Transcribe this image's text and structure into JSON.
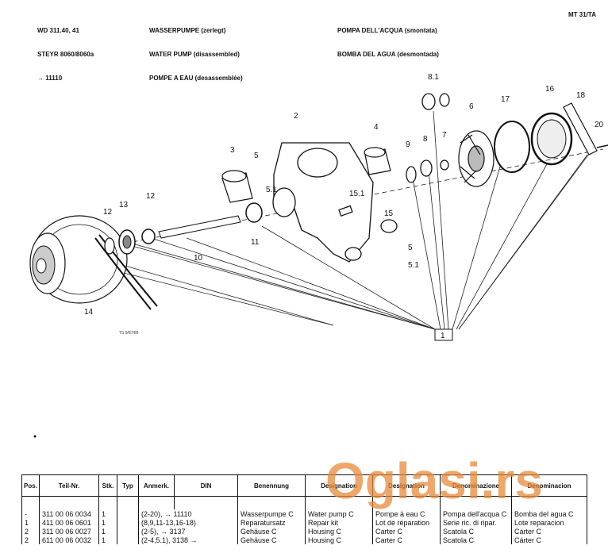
{
  "header": {
    "left": [
      "WD 311.40, 41",
      "STEYR 8060/8060a",
      "→ 11110"
    ],
    "german_en_fr": [
      "WASSERPUMPE (zerlegt)",
      "WATER PUMP (disassembled)",
      "POMPE A EAU (desassemblée)"
    ],
    "it_es": [
      "POMPA DELL'ACQUA (smontata)",
      "BOMBA DEL AGUA (desmontada)"
    ],
    "ref": "MT 31/TA"
  },
  "callouts": [
    "1",
    "2",
    "3",
    "4",
    "5",
    "5.1",
    "5",
    "5.1",
    "6",
    "7",
    "8",
    "8.1",
    "9",
    "10",
    "11",
    "12",
    "12",
    "13",
    "14",
    "15",
    "15.1",
    "16",
    "17",
    "18",
    "20"
  ],
  "stamp": "TS 9/87/89",
  "table": {
    "headers": [
      "Pos.",
      "Teil-Nr.",
      "Stk.",
      "Typ",
      "Anmerk.",
      "DIN",
      "Benennung",
      "Designation",
      "Designation",
      "Denominazione",
      "Denominacion"
    ],
    "rows": [
      [
        "-",
        "311 00 06 0034",
        "1",
        "",
        "(2-20), → 11110",
        "",
        "Wasserpumpe C",
        "Water pump C",
        "Pompe à eau C",
        "Pompa dell'acqua C",
        "Bomba del agua C"
      ],
      [
        "1",
        "411 00 06 0601",
        "1",
        "",
        "(8,9,11-13,16-18)",
        "",
        "Reparatursatz",
        "Repair kit",
        "Lot de réparation",
        "Serie ric. di ripar.",
        "Lote reparacion"
      ],
      [
        "2",
        "311 00 06 0027",
        "1",
        "",
        "(2-5), → 3137",
        "",
        "Gehäuse C",
        "Housing C",
        "Carter C",
        "Scatola C",
        "Cárter C"
      ],
      [
        "2",
        "611 00 06 0032",
        "1",
        "",
        "(2-4,5.1), 3138 →",
        "",
        "Gehäuse C",
        "Housing C",
        "Carter C",
        "Scatola C",
        "Cárter C"
      ]
    ]
  },
  "watermark": "Oglasi.rs"
}
